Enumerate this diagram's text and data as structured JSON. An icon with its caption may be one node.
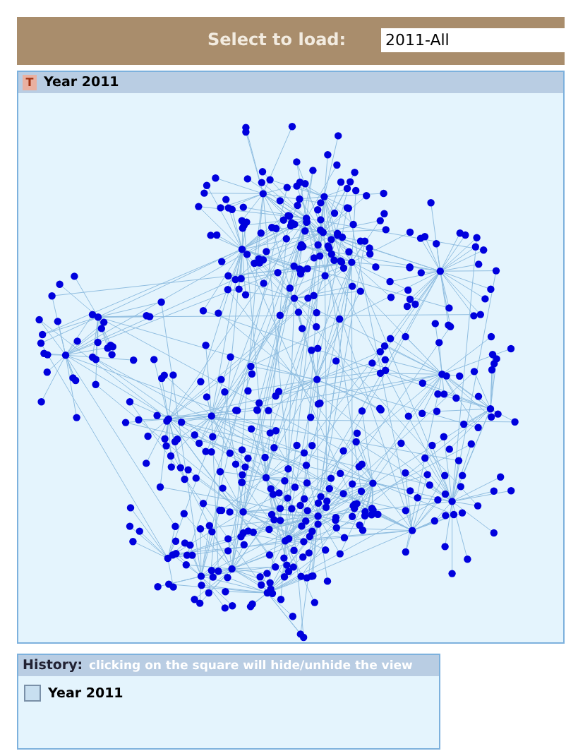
{
  "diagram": {
    "nodes": [
      {
        "text": [
          "Year 2011"
        ]
      },
      {
        "text": [
          "History:",
          "clicking on the square will hide/unhide the view"
        ]
      },
      {
        "text": [
          "Year 2011"
        ],
        "in": 1
      }
    ],
    "labels": [
      "Select to load:",
      "2011-All",
      "T"
    ]
  }
}
